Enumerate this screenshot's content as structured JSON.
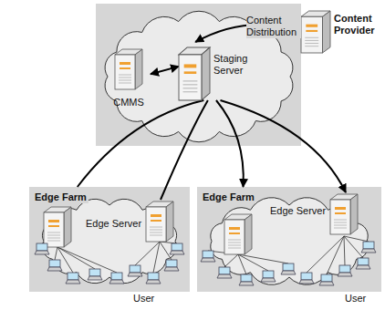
{
  "diagram": {
    "nodes": [
      {
        "text": [
          "Content Provider"
        ]
      },
      {
        "text": [
          "CMMS"
        ]
      },
      {
        "text": [
          "Staging Server"
        ]
      },
      {
        "text": [
          "Edge Farm"
        ]
      },
      {
        "text": [
          "Edge Server"
        ],
        "in": 3
      },
      {
        "text": [
          "Edge Farm"
        ]
      },
      {
        "text": [
          "Edge Server"
        ],
        "in": 5
      }
    ],
    "edges": [
      {
        "from": 0,
        "to": 2,
        "arrow": "to",
        "label": "Content Distribution"
      },
      {
        "from": 1,
        "to": 2,
        "arrow": "both"
      },
      {
        "from": 2,
        "to": 3,
        "arrow": "none"
      },
      {
        "from": 2,
        "to": 4,
        "arrow": "none"
      },
      {
        "from": 2,
        "to": 5,
        "arrow": "to"
      },
      {
        "from": 2,
        "to": 6,
        "arrow": "to"
      }
    ],
    "labels": [
      "User",
      "User"
    ]
  }
}
